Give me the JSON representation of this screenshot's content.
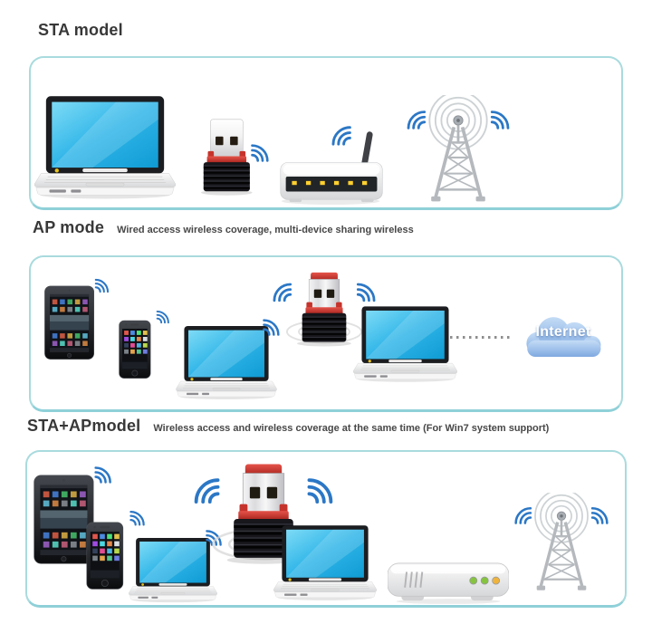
{
  "colors": {
    "background": "#ffffff",
    "box_border": "#a9dbde",
    "box_border_bottom": "#8fd0d8",
    "heading_text": "#383838",
    "subtitle_text": "#474747",
    "wifi_blue": "#2b77c6",
    "screen_blue_light": "#7edbf6",
    "screen_blue_dark": "#0f9bd4",
    "adapter_red": "#c5342c",
    "adapter_body_black": "#17171c",
    "cloud_blue": "#7fa9e0",
    "router_led_yellow": "#ffd02e",
    "modem_led_green": "#86c440",
    "modem_led_amber": "#f0b43c",
    "tower_gray": "#b5b9bd"
  },
  "sections": [
    {
      "id": "sta",
      "title": "STA model",
      "subtitle": "",
      "devices": [
        "laptop",
        "usb-wifi-adapter",
        "wireless-router",
        "signal-tower"
      ]
    },
    {
      "id": "ap",
      "title": "AP mode",
      "subtitle": "Wired access wireless coverage, multi-device sharing wireless",
      "cloud_label": "Internet",
      "devices": [
        "tablet",
        "smartphone",
        "laptop",
        "usb-wifi-adapter",
        "laptop",
        "internet-cloud"
      ]
    },
    {
      "id": "sta-ap",
      "title": "STA+APmodel",
      "subtitle": "Wireless access and wireless coverage at the same time (For Win7 system support)",
      "devices": [
        "tablet",
        "smartphone",
        "laptop",
        "usb-wifi-adapter",
        "laptop",
        "adsl-modem",
        "signal-tower"
      ]
    }
  ]
}
